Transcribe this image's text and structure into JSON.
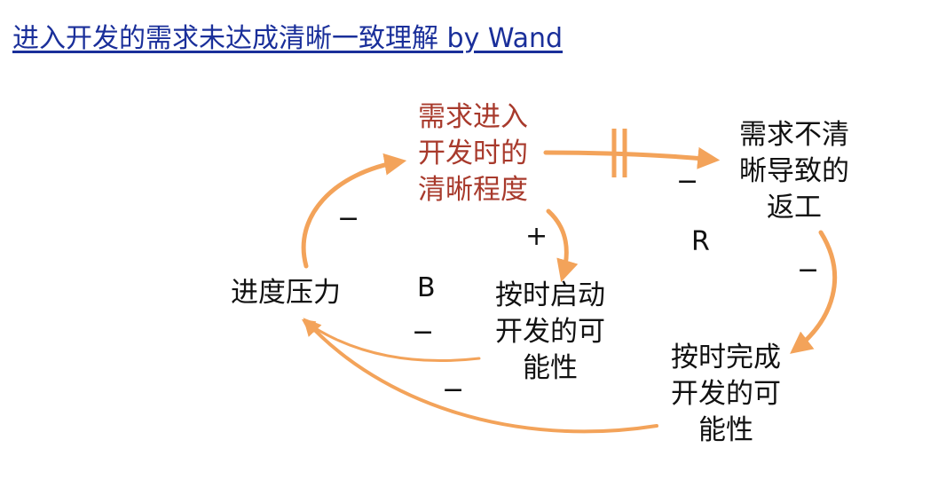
{
  "title": "进入开发的需求未达成清晰一致理解 by Wand",
  "colors": {
    "arrow": "#f3a35a",
    "highlight_text": "#a83a2c",
    "title_link": "#1a2f9a"
  },
  "nodes": {
    "clarity": [
      "需求进入",
      "开发时的",
      "清晰程度"
    ],
    "rework": [
      "需求不清",
      "晰导致的",
      "返工"
    ],
    "pressure": [
      "进度压力"
    ],
    "start_on_time": [
      "按时启动",
      "开发的可",
      "能性"
    ],
    "finish_on_time": [
      "按时完成",
      "开发的可",
      "能性"
    ]
  },
  "links": [
    {
      "from": "clarity",
      "to": "rework",
      "sign": "−",
      "delay": true
    },
    {
      "from": "rework",
      "to": "finish_on_time",
      "sign": "−"
    },
    {
      "from": "finish_on_time",
      "to": "pressure",
      "sign": "−"
    },
    {
      "from": "start_on_time",
      "to": "pressure",
      "sign": "−"
    },
    {
      "from": "pressure",
      "to": "clarity",
      "sign": "−"
    },
    {
      "from": "clarity",
      "to": "start_on_time",
      "sign": "+"
    }
  ],
  "loops": {
    "balancing": "B",
    "reinforcing": "R"
  }
}
